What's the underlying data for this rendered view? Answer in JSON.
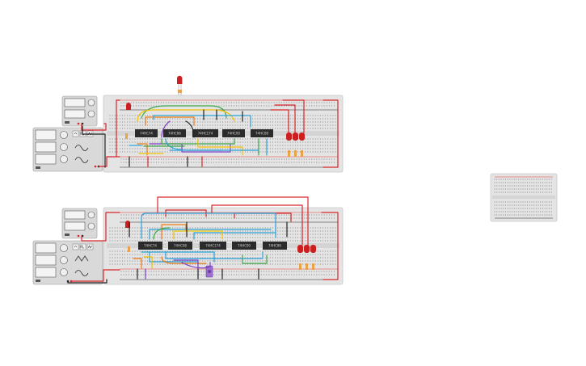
{
  "canvas": {
    "background": "#ffffff"
  },
  "colors": {
    "board": "#e4e4e4",
    "board_edge": "#c9c9c9",
    "rail_red": "#e53935",
    "rail_black": "#222222",
    "hole": "#6f6f6f",
    "chip": "#2b2b2b",
    "led": "#cc1f1f",
    "wire_red": "#d8262a",
    "wire_black": "#222222",
    "wire_blue": "#2aa3d9",
    "wire_green": "#3aa84a",
    "wire_yellow": "#f2c200",
    "wire_orange": "#f07a12",
    "wire_purple": "#7d3cc8",
    "wire_brown": "#8a5a2b",
    "wire_gray": "#9a9a9a",
    "instrument": "#d9d9d9",
    "display": "#f4f4f4"
  },
  "circuits": [
    {
      "id": "top",
      "chips": [
        "74HC74",
        "74HC86",
        "74HC174",
        "74HC00",
        "74HC08"
      ],
      "instruments": [
        "power-supply",
        "function-generator"
      ]
    },
    {
      "id": "bottom",
      "chips": [
        "74HC74",
        "74HC08",
        "74HC174",
        "74HC00",
        "74HC86"
      ],
      "instruments": [
        "power-supply",
        "function-generator"
      ]
    }
  ],
  "spare_breadboard": {
    "id": "spare"
  }
}
